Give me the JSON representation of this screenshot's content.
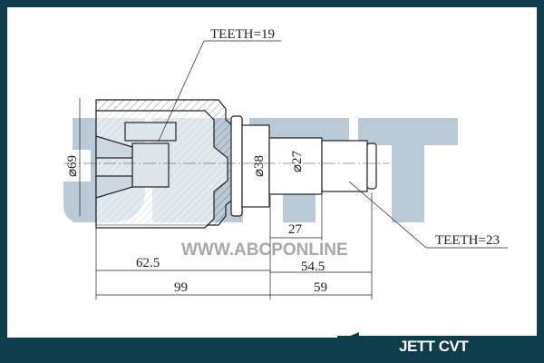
{
  "watermark": {
    "brand": "JETT",
    "website": "WWW.ABCPONLINE"
  },
  "footer": {
    "label": "JETT CVT"
  },
  "annotations": {
    "teeth_inner": "TEETH=19",
    "teeth_outer": "TEETH=23"
  },
  "dimensions": {
    "dia_outer": "⌀69",
    "dia_collar": "⌀38",
    "dia_shaft": "⌀27",
    "len_62_5": "62.5",
    "len_27": "27",
    "len_54_5": "54.5",
    "len_99": "99",
    "len_59": "59"
  },
  "colors": {
    "frame": "#0e3d4c",
    "watermark": "#b9cad6",
    "line": "#222222"
  }
}
